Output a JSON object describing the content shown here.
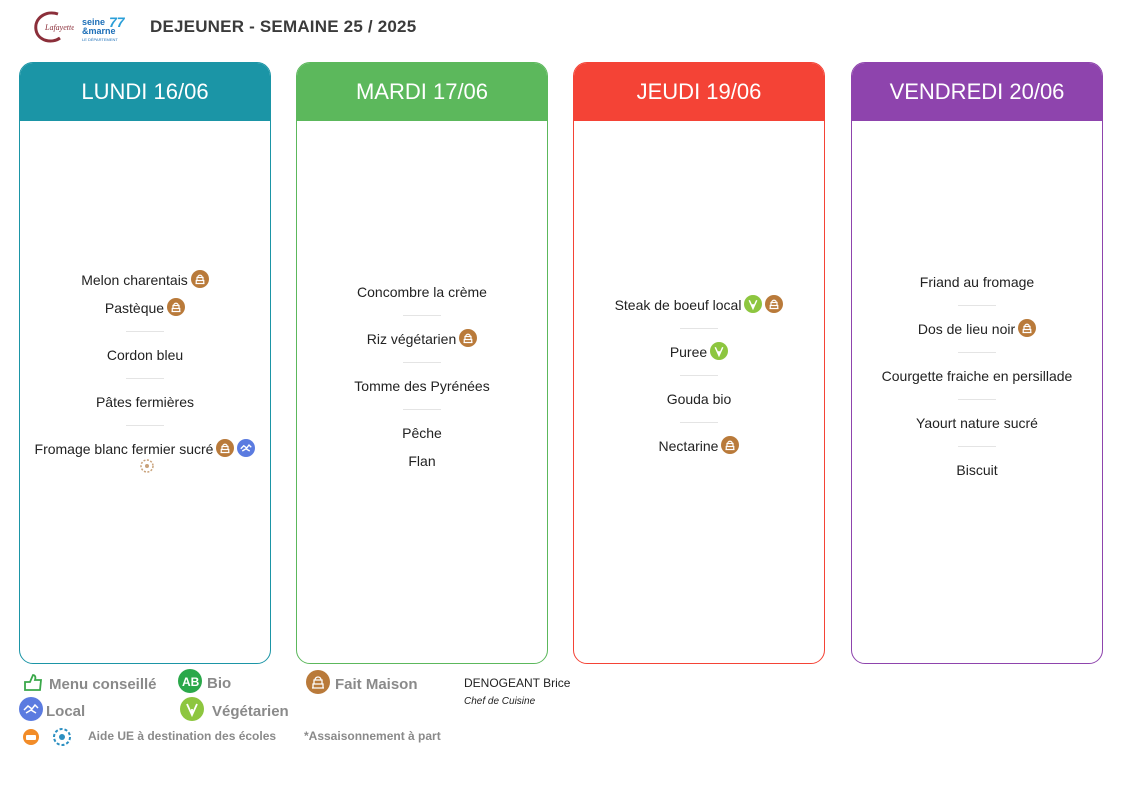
{
  "title": "DEJEUNER - SEMAINE 25 / 2025",
  "logos": {
    "left_script": "Lafayette",
    "right_name": "seine & marne",
    "right_number": "77",
    "right_tag": "LE DÉPARTEMENT"
  },
  "colors": {
    "lundi": "#1b95a6",
    "mardi": "#5cb85c",
    "jeudi": "#f44336",
    "vendredi": "#8e44ad",
    "fait_maison": "#b97a3a",
    "vegetarien": "#8dc63f",
    "bio": "#2aa84a",
    "local": "#5b7be0"
  },
  "days": [
    {
      "label": "LUNDI 16/06",
      "groups": [
        [
          {
            "name": "Melon charentais",
            "icons": [
              "fait-maison"
            ]
          },
          {
            "name": "Pastèque",
            "icons": [
              "fait-maison"
            ]
          }
        ],
        [
          {
            "name": "Cordon bleu",
            "icons": []
          }
        ],
        [
          {
            "name": "Pâtes fermières",
            "icons": []
          }
        ],
        [
          {
            "name": "Fromage blanc fermier sucré",
            "icons": [
              "fait-maison",
              "local",
              "aide-ue-ecoles"
            ]
          }
        ]
      ]
    },
    {
      "label": "MARDI 17/06",
      "groups": [
        [
          {
            "name": "Concombre  la crème",
            "icons": []
          }
        ],
        [
          {
            "name": "Riz végétarien",
            "icons": [
              "fait-maison"
            ]
          }
        ],
        [
          {
            "name": "Tomme des Pyrénées",
            "icons": []
          }
        ],
        [
          {
            "name": "Pêche",
            "icons": []
          },
          {
            "name": "Flan",
            "icons": []
          }
        ]
      ]
    },
    {
      "label": "JEUDI 19/06",
      "groups": [
        [
          {
            "name": "Steak de boeuf local",
            "icons": [
              "vegetarien",
              "fait-maison"
            ]
          }
        ],
        [
          {
            "name": "Puree",
            "icons": [
              "vegetarien"
            ]
          }
        ],
        [
          {
            "name": "Gouda bio",
            "icons": []
          }
        ],
        [
          {
            "name": "Nectarine",
            "icons": [
              "fait-maison"
            ]
          }
        ]
      ]
    },
    {
      "label": "VENDREDI 20/06",
      "groups": [
        [
          {
            "name": "Friand au fromage",
            "icons": []
          }
        ],
        [
          {
            "name": "Dos de lieu noir",
            "icons": [
              "fait-maison"
            ]
          }
        ],
        [
          {
            "name": "Courgette fraiche en persillade",
            "icons": []
          }
        ],
        [
          {
            "name": "Yaourt nature sucré",
            "icons": []
          }
        ],
        [
          {
            "name": "Biscuit",
            "icons": []
          }
        ]
      ]
    }
  ],
  "legend": {
    "menu_conseille": "Menu conseillé",
    "bio": "Bio",
    "fait_maison": "Fait Maison",
    "local": "Local",
    "vegetarien": "Végétarien",
    "aide_ue": "Aide UE à destination des écoles",
    "assaisonnement": "*Assaisonnement à part"
  },
  "chef": {
    "name": "DENOGEANT Brice",
    "role": "Chef de Cuisine"
  }
}
